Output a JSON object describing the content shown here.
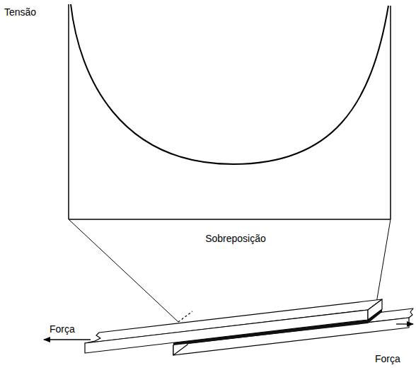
{
  "diagram": {
    "labels": [
      "Tensão",
      "Sobreposição",
      "Força",
      "Força"
    ]
  }
}
